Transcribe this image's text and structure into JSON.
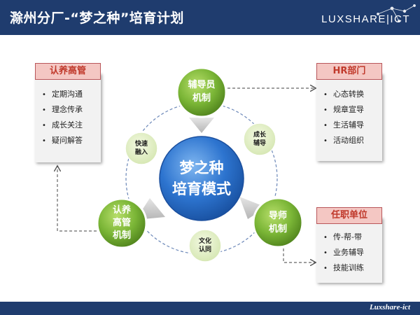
{
  "header": {
    "title": "滁州分厂-“梦之种”培育计划",
    "logo": "LUXSHARE|ICT"
  },
  "footer": {
    "text": "Luxshare-ict"
  },
  "center": {
    "line1": "梦之种",
    "line2": "培育模式"
  },
  "nodes": {
    "top": {
      "line1": "辅导员",
      "line2": "机制"
    },
    "left": {
      "line1": "认养",
      "line2": "高管",
      "line3": "机制"
    },
    "right": {
      "line1": "导师",
      "line2": "机制"
    }
  },
  "links": {
    "left": {
      "line1": "快速",
      "line2": "融入"
    },
    "right": {
      "line1": "成长",
      "line2": "辅导"
    },
    "bottom": {
      "line1": "文化",
      "line2": "认同"
    }
  },
  "panels": {
    "adopt": {
      "title": "认养高管",
      "items": [
        "定期沟通",
        "理念传承",
        "成长关注",
        "疑问解答"
      ]
    },
    "hr": {
      "title": "HR部门",
      "items": [
        "心态转换",
        "规章宣导",
        "生活辅导",
        "活动组织"
      ]
    },
    "unit": {
      "title": "任职单位",
      "items": [
        "传-帮-带",
        "业务辅导",
        "技能训练"
      ]
    }
  },
  "colors": {
    "header": "#1f3c6e",
    "node_green": "#6aa32a",
    "center_blue": "#2b6cc4",
    "panel_title": "#c0392b"
  }
}
